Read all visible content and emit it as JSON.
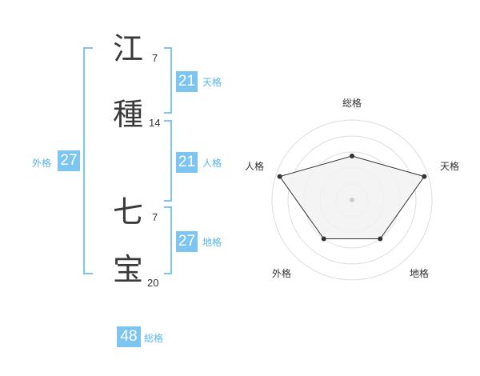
{
  "name": {
    "chars": [
      {
        "char": "江",
        "strokes": "7"
      },
      {
        "char": "種",
        "strokes": "14"
      },
      {
        "char": "七",
        "strokes": "7"
      },
      {
        "char": "宝",
        "strokes": "20"
      }
    ]
  },
  "kaku": {
    "tenkaku": {
      "value": "21",
      "label": "天格"
    },
    "jinkaku": {
      "value": "21",
      "label": "人格"
    },
    "chikaku": {
      "value": "27",
      "label": "地格"
    },
    "gaikaku": {
      "value": "27",
      "label": "外格"
    },
    "soukaku": {
      "value": "48",
      "label": "総格"
    }
  },
  "radar": {
    "axes": [
      "総格",
      "天格",
      "地格",
      "外格",
      "人格"
    ],
    "values": [
      0.55,
      0.95,
      0.6,
      0.6,
      0.95
    ],
    "colors": {
      "fill": "#f2f2f2",
      "line": "#333333",
      "ring": "#dddddd",
      "center": "#cccccc"
    }
  },
  "colors": {
    "accent": "#7cc5f0",
    "label": "#5bb4ea"
  }
}
